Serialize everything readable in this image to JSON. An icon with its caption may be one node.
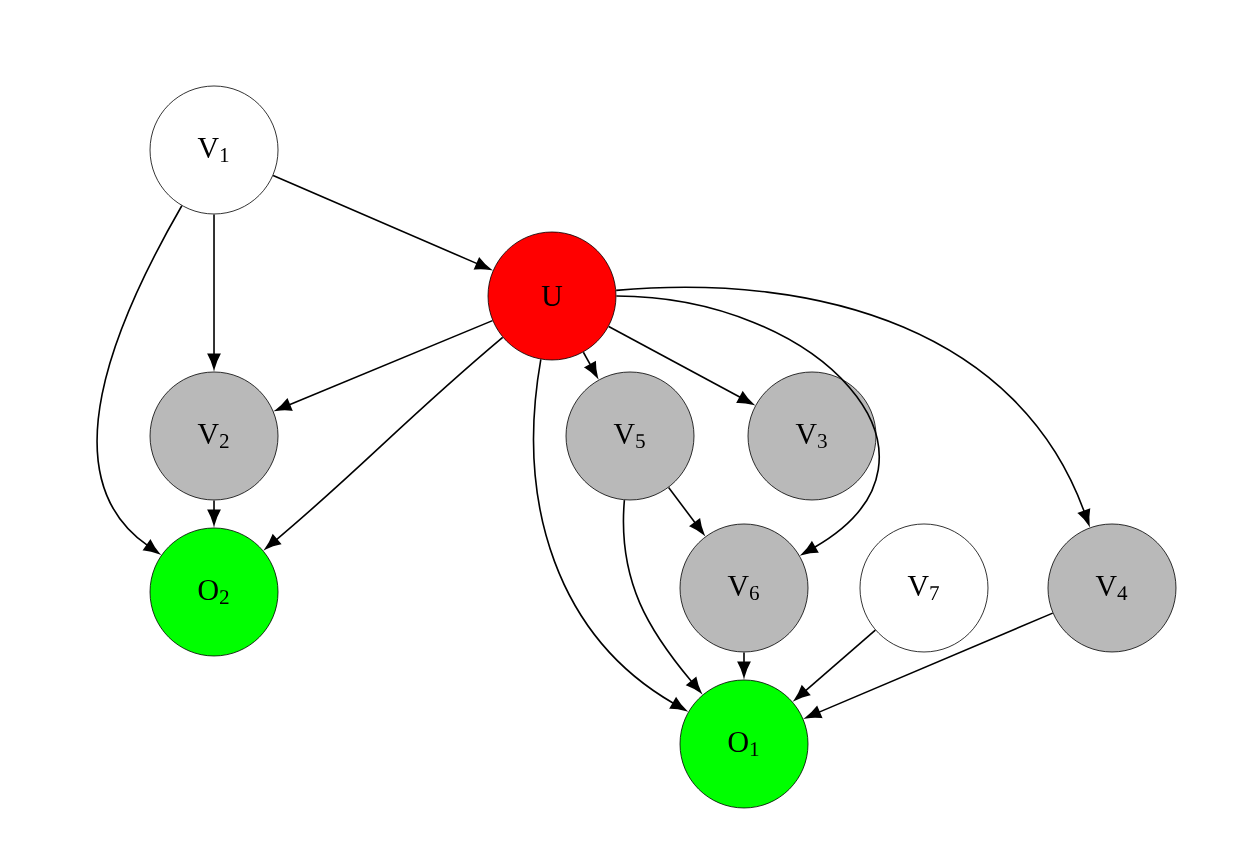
{
  "diagram": {
    "nodes": [
      {
        "text": [
          "V$_{1}$"
        ]
      },
      {
        "text": [
          "U"
        ]
      },
      {
        "text": [
          "V$_{2}$"
        ]
      },
      {
        "text": [
          "O$_{2}$"
        ]
      },
      {
        "text": [
          "V$_{5}$"
        ]
      },
      {
        "text": [
          "V$_{3}$"
        ]
      },
      {
        "text": [
          "V$_{6}$"
        ]
      },
      {
        "text": [
          "V$_{7}$"
        ]
      },
      {
        "text": [
          "V$_{4}$"
        ]
      },
      {
        "text": [
          "O$_{1}$"
        ]
      }
    ],
    "edges": [
      {
        "from": 0,
        "to": 1,
        "arrow": "to"
      },
      {
        "from": 0,
        "to": 2,
        "arrow": "to"
      },
      {
        "from": 0,
        "to": 3,
        "arrow": "to"
      },
      {
        "from": 2,
        "to": 3,
        "arrow": "to"
      },
      {
        "from": 1,
        "to": 2,
        "arrow": "to"
      },
      {
        "from": 1,
        "to": 3,
        "arrow": "to"
      },
      {
        "from": 1,
        "to": 4,
        "arrow": "to"
      },
      {
        "from": 1,
        "to": 5,
        "arrow": "to"
      },
      {
        "from": 1,
        "to": 6,
        "arrow": "to"
      },
      {
        "from": 1,
        "to": 8,
        "arrow": "to"
      },
      {
        "from": 1,
        "to": 9,
        "arrow": "to"
      },
      {
        "from": 4,
        "to": 6,
        "arrow": "to"
      },
      {
        "from": 4,
        "to": 9,
        "arrow": "to"
      },
      {
        "from": 6,
        "to": 9,
        "arrow": "to"
      },
      {
        "from": 7,
        "to": 9,
        "arrow": "to"
      },
      {
        "from": 8,
        "to": 9,
        "arrow": "to"
      }
    ]
  }
}
